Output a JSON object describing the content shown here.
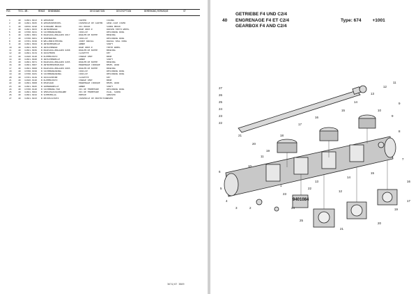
{
  "table": {
    "headers": [
      "POS",
      "TEIL-NR.",
      "MENGE",
      "BENENNUNG",
      "DESIGNATION",
      "DESCRIPTION",
      "BEMERKUNG/REMARQUE",
      "ST"
    ],
    "rows": [
      [
        "1",
        "40",
        "11861.0913",
        "B GEHAEUSE",
        "CARTER",
        "CASING"
      ],
      [
        "2",
        "40",
        "11861.0925",
        "B GEHAEUSEDECKEL",
        "COUVERCLE DE CARTER",
        "GEAR.CASE COVER"
      ],
      [
        "3",
        "40",
        "18356.0190",
        "B SCHRAUBE M8X20",
        "VIS H8X20",
        "SCREW M8X20"
      ],
      [
        "4",
        "40",
        "11861.0933",
        "B ANTRIEBSRAD",
        "ROUE DENT.E",
        "DRIVEN TEETH WHEEL"
      ],
      [
        "5",
        "40",
        "13780.0221",
        "B SICHERUNGSRING",
        "CIRCLIP",
        "RETAINING RING"
      ],
      [
        "6",
        "40",
        "11861.0961",
        "B KUGELRILLENLAGER 6017",
        "ROULEM.DE BUTEE",
        "BEARING"
      ],
      [
        "7",
        "40",
        "13780.0261",
        "B SPRENGRING",
        "CIRCLIP",
        "RETAINING RING"
      ],
      [
        "8",
        "40",
        "13781.0199",
        "B WELLENDICHTRING",
        "JOINT RADIAL",
        "RADIAL SEAL RING"
      ],
      [
        "9",
        "40",
        "11861.0944",
        "B ANTRIEBSWELLE",
        "ARBRE",
        "SHAFT"
      ],
      [
        "10",
        "40",
        "11861.0935",
        "B ZWISCHENRAD",
        "ROUE DENT.E",
        "TEETH WHEEL"
      ],
      [
        "11",
        "40",
        "11861.0936",
        "B KUGELRILLENLAGER 6208",
        "ROULEM.DE BUTEE",
        "BEARING"
      ],
      [
        "12",
        "40",
        "11861.0134",
        "B PASSFEDER",
        "CLAVETTE",
        "KEY"
      ],
      [
        "13",
        "40",
        "11660.0140",
        "B KLEMMSCHUTZ",
        "CHARGE VERT",
        "BEAM"
      ],
      [
        "14",
        "40",
        "11861.0940",
        "B ZWISCHENWELLE",
        "ARBRE",
        "SHAFT"
      ],
      [
        "15",
        "40",
        "11861.0971",
        "B KUGELRILLENLAGER 6205",
        "ROULEM.DE BUTEE",
        "BEARING"
      ],
      [
        "16",
        "40",
        "11861.0967",
        "B ANTRIEBSKEGELRAD",
        "ENGRENAGE CONIQUE",
        "BEVEL GEAR"
      ],
      [
        "17",
        "40",
        "11861.0960",
        "B KUGELRILLENLAGER 6005",
        "ROULEM.DE BUTEE",
        "BEARING"
      ],
      [
        "18",
        "40",
        "13780.0199",
        "B SICHERUNGSRING",
        "CIRCLIP",
        "RETAINING RING"
      ],
      [
        "19",
        "40",
        "13780.0181",
        "B SICHERUNGSRING",
        "CIRCLIP",
        "RETAINING RING"
      ],
      [
        "20",
        "40",
        "13781.0129",
        "B PASSSCHEIBE",
        "CLAVETTE",
        "KEY"
      ],
      [
        "21",
        "40",
        "11660.0120",
        "B KLEMMSCHUTZ",
        "CHARGE VERT",
        "BEAM"
      ],
      [
        "22",
        "40",
        "11861.0968",
        "B KEGELRAD",
        "ENGRENAGE CONIQUE",
        "BEVEL GEAR"
      ],
      [
        "23",
        "40",
        "11861.0945",
        "B ZAHNRADWELLE",
        "ARBRE",
        "SHAFT"
      ],
      [
        "24",
        "40",
        "13780.0140",
        "B SICHERUNG M10",
        "VIS DE FERMETURE",
        "RETAINING RING"
      ],
      [
        "25",
        "40",
        "11861.0962",
        "B VERSCHLUSSSCHRAUBE",
        "VIS DE FERMETURE",
        "PLUG, SCREW"
      ],
      [
        "26",
        "40",
        "11861.0242",
        "B SCHMIERLAG",
        "PRESSE",
        "GREASER"
      ],
      [
        "27",
        "40",
        "11861.0243",
        "B DECKELSCHUTZ",
        "COUVERCLE DE PROTECTION",
        "COVER"
      ]
    ],
    "footer": "3674/07 3809"
  },
  "header": {
    "section": "40",
    "title_de": "GETRIEBE F4 UND C2/4",
    "title_fr": "ENGRENAGE F4 ET C2/4",
    "title_en": "GEARBOX F4 AND C2/4",
    "type_label": "Type: 674",
    "type_code": "+1001"
  },
  "drawing": {
    "drawing_number": "9401084",
    "callouts": [
      "27",
      "26",
      "25",
      "24",
      "23",
      "22",
      "21",
      "20",
      "19",
      "18",
      "17",
      "16",
      "15",
      "14",
      "13",
      "12",
      "11",
      "10",
      "9",
      "8",
      "7",
      "6",
      "5",
      "4",
      "3",
      "2",
      "1",
      "22",
      "23",
      "24",
      "25",
      "21",
      "20",
      "19",
      "17",
      "16",
      "15",
      "14",
      "13",
      "12",
      "11",
      "10",
      "9"
    ]
  }
}
